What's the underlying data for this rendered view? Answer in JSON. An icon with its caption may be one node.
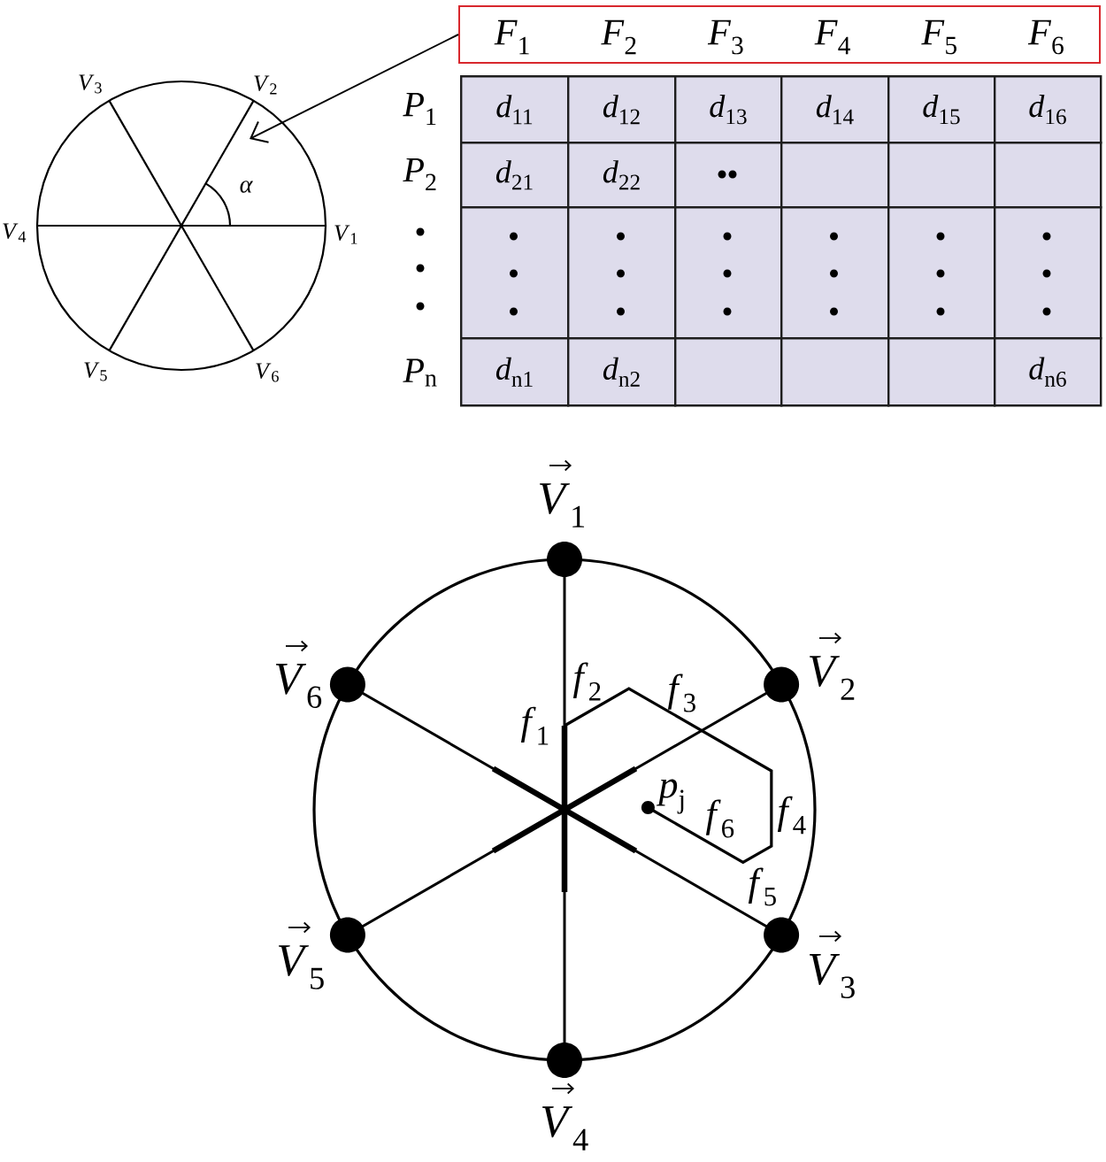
{
  "diagram": {
    "nodes": [
      {
        "text": [
          "*F*$_{1}$",
          "*F*$_{2}$",
          "*F*$_{3}$",
          "*F*$_{4}$",
          "*F*$_{5}$",
          "*F*$_{6}$"
        ]
      },
      {
        "text": [],
        "shape": "circle"
      }
    ],
    "edges": [
      {
        "from": 0,
        "to": 1,
        "arrow": "to"
      }
    ],
    "labels": [
      "*V*$_{3}$",
      "*V*$_{2}$",
      "α",
      "*V*$_{4}$",
      "*V*$_{1}$",
      "*V*$_{5}$",
      "*V*$_{6}$",
      "*P*$_{1}$",
      "*d*$_{11}$",
      "*d*$_{12}$",
      "*d*$_{13}$",
      "*d*$_{14}$",
      "*d*$_{15}$",
      "*d*$_{16}$",
      "*P*$_{2}$",
      "*d*$_{21}$",
      "*d*$_{22}$",
      "*P*$_{n}$",
      "*d*$_{n1}$",
      "*d*$_{n2}$",
      "*d*$_{n6}$",
      "*V*$_{1}$",
      "*V*$_{6}$",
      "*f*$_{2}$",
      "*f*$_{3}$",
      "*V*$_{2}$",
      "*f*$_{1}$",
      "*p*$_{j}$",
      "*f*$_{6}$",
      "*f*$_{4}$",
      "*f*$_{5}$",
      "*V*$_{5}$",
      "*V*$_{3}$",
      "*V*$_{4}$"
    ]
  }
}
